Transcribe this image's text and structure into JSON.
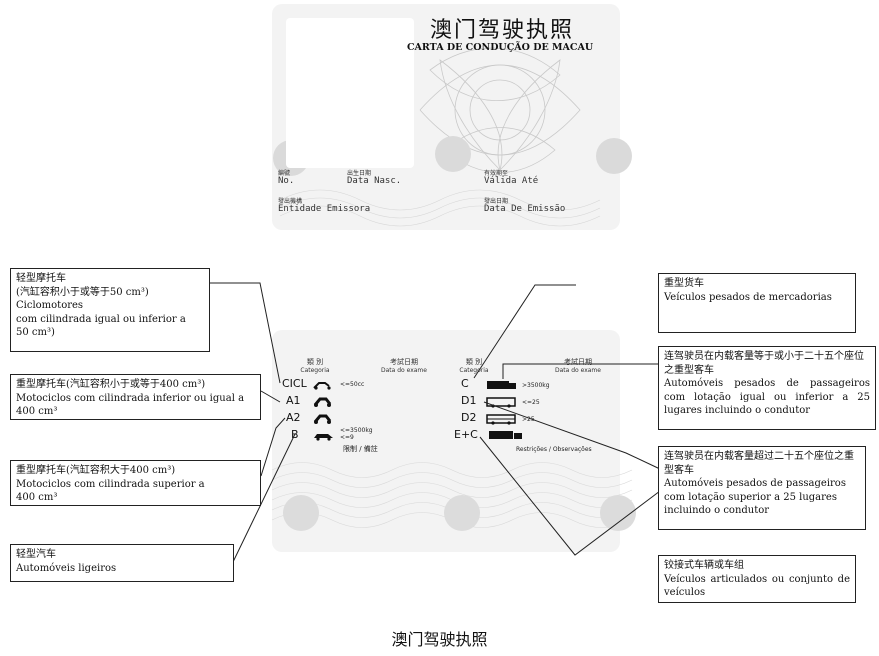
{
  "front_card": {
    "title_zh": "澳门驾驶执照",
    "title_pt": "CARTA DE CONDUÇÃO DE MACAU",
    "fields": [
      {
        "zh": "編號",
        "pt": "No."
      },
      {
        "zh": "出生日期",
        "pt": "Data Nasc."
      },
      {
        "zh": "有效期至",
        "pt": "Válida Até"
      },
      {
        "zh": "發出機構",
        "pt": "Entidade Emissora"
      },
      {
        "zh": "發出日期",
        "pt": "Data De Emissão"
      }
    ]
  },
  "back_card": {
    "col_headers": [
      {
        "zh": "類 別",
        "pt": "Categoria"
      },
      {
        "zh": "考試日期",
        "pt": "Data do exame"
      },
      {
        "zh": "類 別",
        "pt": "Categoria"
      },
      {
        "zh": "考試日期",
        "pt": "Data do exame"
      }
    ],
    "left_categories": [
      {
        "code": "CICL",
        "limit": "<=50cc"
      },
      {
        "code": "A1",
        "limit": ""
      },
      {
        "code": "A2",
        "limit": ""
      },
      {
        "code": "B",
        "limit": "<=3500kg",
        "limit2": "<=9"
      }
    ],
    "right_categories": [
      {
        "code": "C",
        "limit": ">3500kg"
      },
      {
        "code": "D1",
        "limit": "<=25"
      },
      {
        "code": "D2",
        "limit": ">25"
      },
      {
        "code": "E+C",
        "limit": ""
      }
    ],
    "restrictions_zh": "限制 / 備註",
    "restrictions_pt": "Restrições / Observações"
  },
  "callouts": {
    "cicl": {
      "zh": "轻型摩托车",
      "pt": "(汽缸容积小于或等于50 cm³)\nCiclomotores\ncom cilindrada igual ou inferior a\n50 cm³)"
    },
    "a1": {
      "zh": "重型摩托车(汽缸容积小于或等于400 cm³)",
      "pt": "Motociclos com cilindrada inferior ou igual a\n400 cm³"
    },
    "a2": {
      "zh": "重型摩托车(汽缸容积大于400 cm³)",
      "pt": "Motociclos com cilindrada superior a\n400 cm³"
    },
    "b": {
      "zh": "轻型汽车",
      "pt": "Automóveis ligeiros"
    },
    "c": {
      "zh": "重型货车",
      "pt": "Veículos pesados de mercadorias"
    },
    "d1": {
      "zh": "连驾驶员在内载客量等于或小于二十五个座位之重型客车",
      "pt": "Automóveis pesados de passageiros com lotação igual ou inferior a 25 lugares incluindo o condutor"
    },
    "d2": {
      "zh": "连驾驶员在内载客量超过二十五个座位之重型客车",
      "pt": "Automóveis pesados de passageiros com lotação superior a 25 lugares incluindo o condutor"
    },
    "ec": {
      "zh": "铰接式车辆或车组",
      "pt": "Veículos articulados ou conjunto de veículos"
    }
  },
  "caption": "澳门驾驶执照",
  "colors": {
    "card_bg": "#f3f3f3",
    "line": "#222222"
  }
}
